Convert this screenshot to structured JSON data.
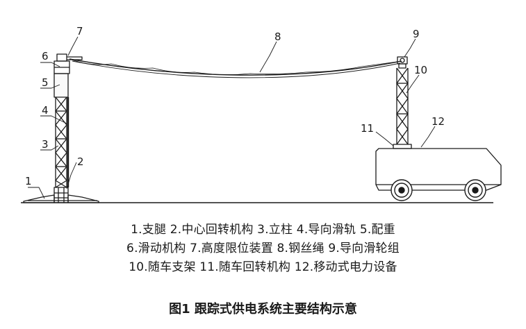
{
  "callouts": [
    "1",
    "2",
    "3",
    "4",
    "5",
    "6",
    "7",
    "8",
    "9",
    "10",
    "11",
    "12"
  ],
  "legend": [
    "1.支腿   2.中心回转机构   3.立柱   4.导向滑轨   5.配重",
    "6.滑动机构   7.高度限位装置   8.钢丝绳   9.导向滑轮组",
    "10.随车支架   11.随车回转机构   12.移动式电力设备"
  ],
  "caption": "图1   跟踪式供电系统主要结构示意"
}
